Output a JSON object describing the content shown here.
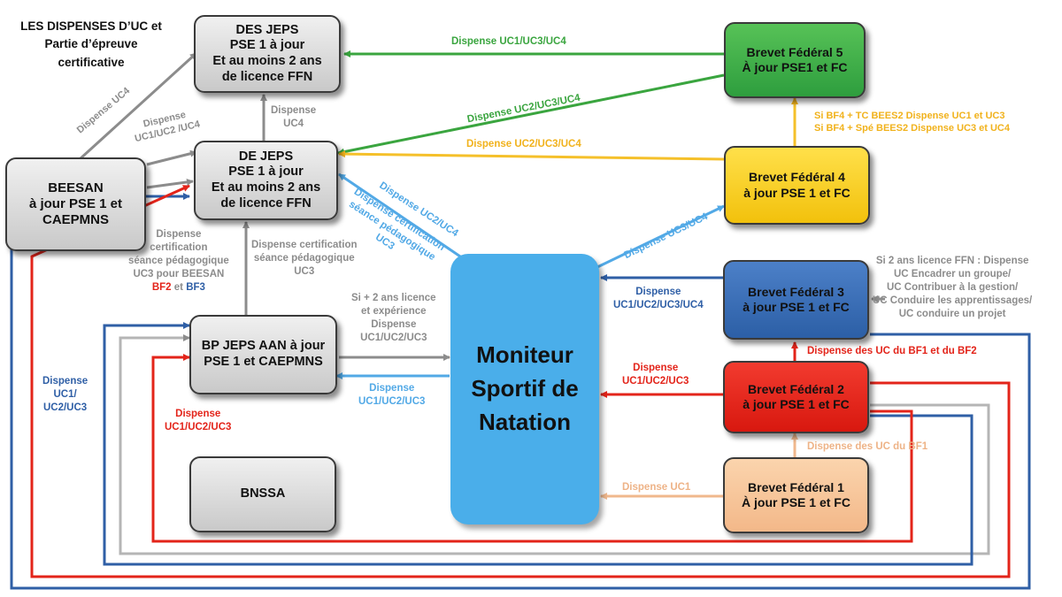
{
  "heading": [
    "LES DISPENSES D’UC et",
    "Partie d’épreuve",
    "certificative"
  ],
  "boxes": {
    "des_jeps": [
      "DES JEPS",
      "PSE 1 à jour",
      "Et au moins 2 ans",
      "de licence FFN"
    ],
    "de_jeps": [
      "DE JEPS",
      "PSE 1 à jour",
      "Et au moins 2 ans",
      "de licence FFN"
    ],
    "beesan": [
      "BEESAN",
      "à jour PSE 1 et",
      "CAEPMNS"
    ],
    "bp_jeps": [
      "BP JEPS AAN à jour",
      "PSE 1 et CAEPMNS"
    ],
    "bnssa": [
      "BNSSA"
    ],
    "msn": [
      "Moniteur",
      "Sportif de",
      "Natation"
    ],
    "bf5": [
      "Brevet Fédéral 5",
      "À jour PSE1 et FC"
    ],
    "bf4": [
      "Brevet Fédéral 4",
      "à jour PSE 1 et FC"
    ],
    "bf3": [
      "Brevet Fédéral 3",
      "à jour PSE 1 et FC"
    ],
    "bf2": [
      "Brevet Fédéral 2",
      "à jour PSE 1 et FC"
    ],
    "bf1": [
      "Brevet Fédéral 1",
      "À jour PSE 1 et FC"
    ]
  },
  "labels": {
    "bf5_desjeps": "Dispense UC1/UC3/UC4",
    "bf5_dejeps": "Dispense UC2/UC3/UC4",
    "bf4_dejeps": "Dispense UC2/UC3/UC4",
    "bf4_bf5": [
      "Si BF4 + TC BEES2 Dispense UC1 et UC3",
      "Si BF4 + Spé BEES2 Dispense UC3 et UC4"
    ],
    "msn_bf4": "Dispense UC3/UC4",
    "bf3_msn": [
      "Dispense",
      "UC1/UC2/UC3/UC4"
    ],
    "bf3_note": [
      "Si 2 ans licence FFN : Dispense",
      "UC Encadrer un groupe/",
      "UC Contribuer à la gestion/",
      "UC Conduire les apprentissages/",
      "UC conduire un projet"
    ],
    "bf2_bf3": "Dispense  des UC du BF1 et du BF2",
    "bf2_msn": [
      "Dispense",
      "UC1/UC2/UC3"
    ],
    "bf1_bf2": "Dispense des UC du BF1",
    "bf1_msn": "Dispense UC1",
    "beesan_desjeps": "Dispense UC4",
    "beesan_dejeps": [
      "Dispense",
      "UC1/UC2 /UC4"
    ],
    "dejeps_desjeps": [
      "Dispense",
      "UC4"
    ],
    "beesan_cert": [
      "Dispense",
      "certification",
      "séance pédagogique",
      "UC3 pour BEESAN"
    ],
    "beesan_cert_bf2": "BF2",
    "beesan_cert_and": " et ",
    "beesan_cert_bf3": "BF3",
    "bp_cert": [
      "Dispense certification",
      "séance pédagogique",
      "UC3"
    ],
    "bp_msn": [
      "Si + 2 ans licence",
      "et expérience",
      "Dispense",
      "UC1/UC2/UC3"
    ],
    "msn_bp": [
      "Dispense",
      "UC1/UC2/UC3"
    ],
    "msn_dejeps_1": "Dispense UC2/UC4",
    "msn_dejeps_2": [
      "Dispense certification",
      "séance pédagogique",
      "UC3"
    ],
    "left_blue": [
      "Dispense",
      "UC1/",
      "UC2/UC3"
    ],
    "left_red": [
      "Dispense",
      "UC1/UC2/UC3"
    ]
  },
  "colors": {
    "gray": "#a8a8a8",
    "green": "#3aa53f",
    "yellow": "#f5c02a",
    "light_blue": "#52a9e6",
    "dark_blue": "#2f5fa6",
    "red": "#e3241a",
    "peach": "#f0b88d"
  }
}
